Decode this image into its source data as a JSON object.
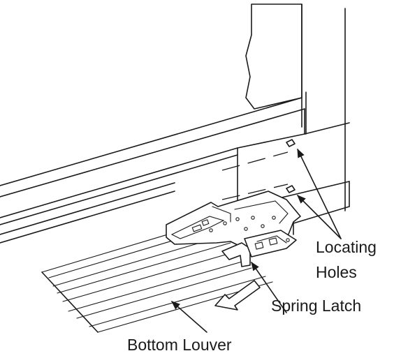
{
  "labels": {
    "locating_holes_line1": "Locating",
    "locating_holes_line2": "Holes",
    "spring_latch": "Spring Latch",
    "bottom_louver": "Bottom Louver"
  },
  "colors": {
    "ink": "#1a1a1a",
    "background": "#ffffff"
  }
}
